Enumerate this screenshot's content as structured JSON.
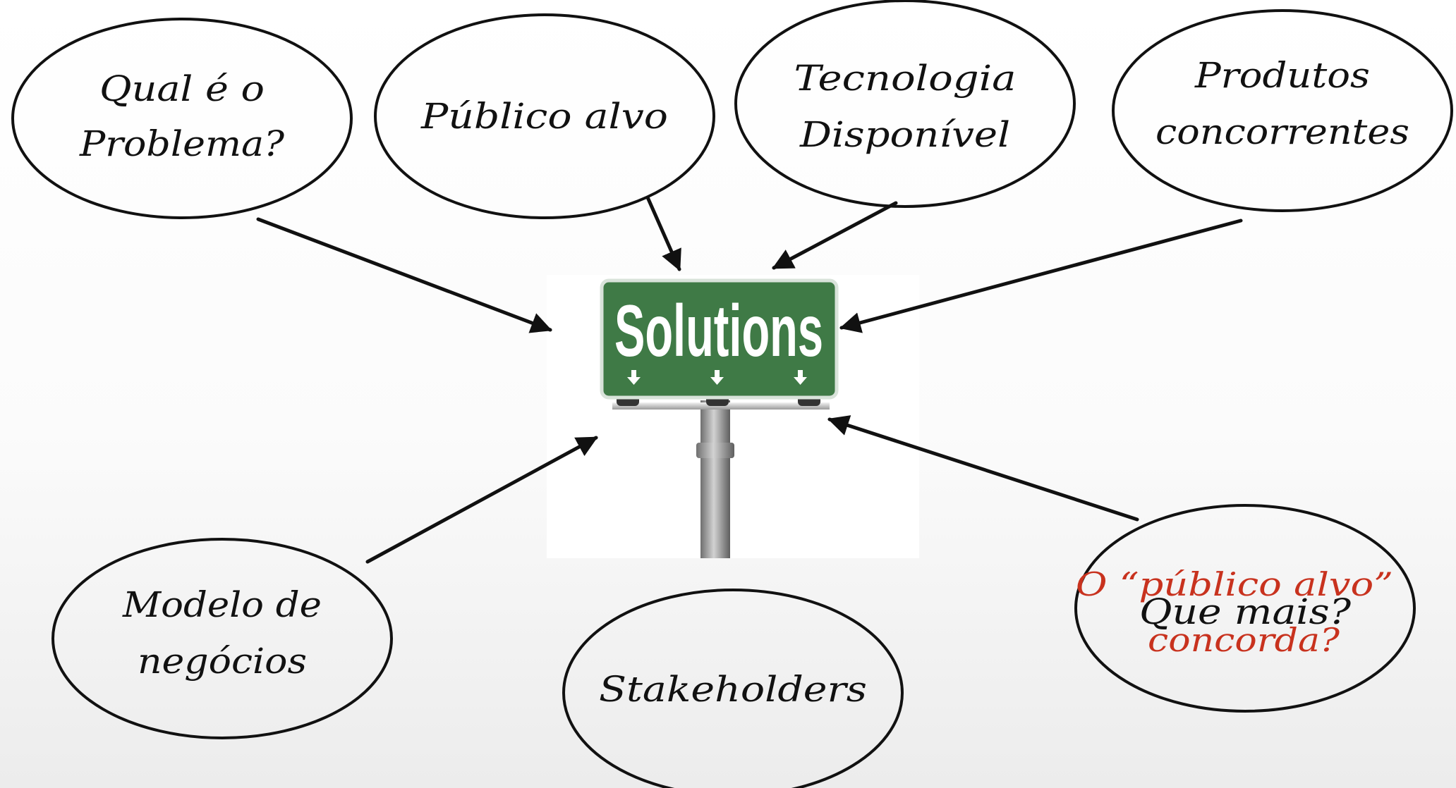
{
  "bubbles": {
    "problema": {
      "line1": "Qual é o",
      "line2": "Problema?"
    },
    "publico": {
      "line1": "Público alvo"
    },
    "tecnologia": {
      "line1": "Tecnologia",
      "line2": "Disponível"
    },
    "produtos": {
      "line1": "Produtos",
      "line2": "concorrentes"
    },
    "modelo": {
      "line1": "Modelo de",
      "line2": "negócios"
    },
    "stakeholders": {
      "line1": "Stakeholders"
    },
    "que_mais": {
      "line1": "Que mais?"
    }
  },
  "overlay": {
    "line1": "O “público alvo”",
    "line2": "concorda?"
  },
  "sign": {
    "label": "Solutions"
  },
  "colors": {
    "sign_green": "#3f7a46",
    "sign_border": "#d9e3da",
    "overlay_red": "#c8321e",
    "ink": "#111111"
  }
}
